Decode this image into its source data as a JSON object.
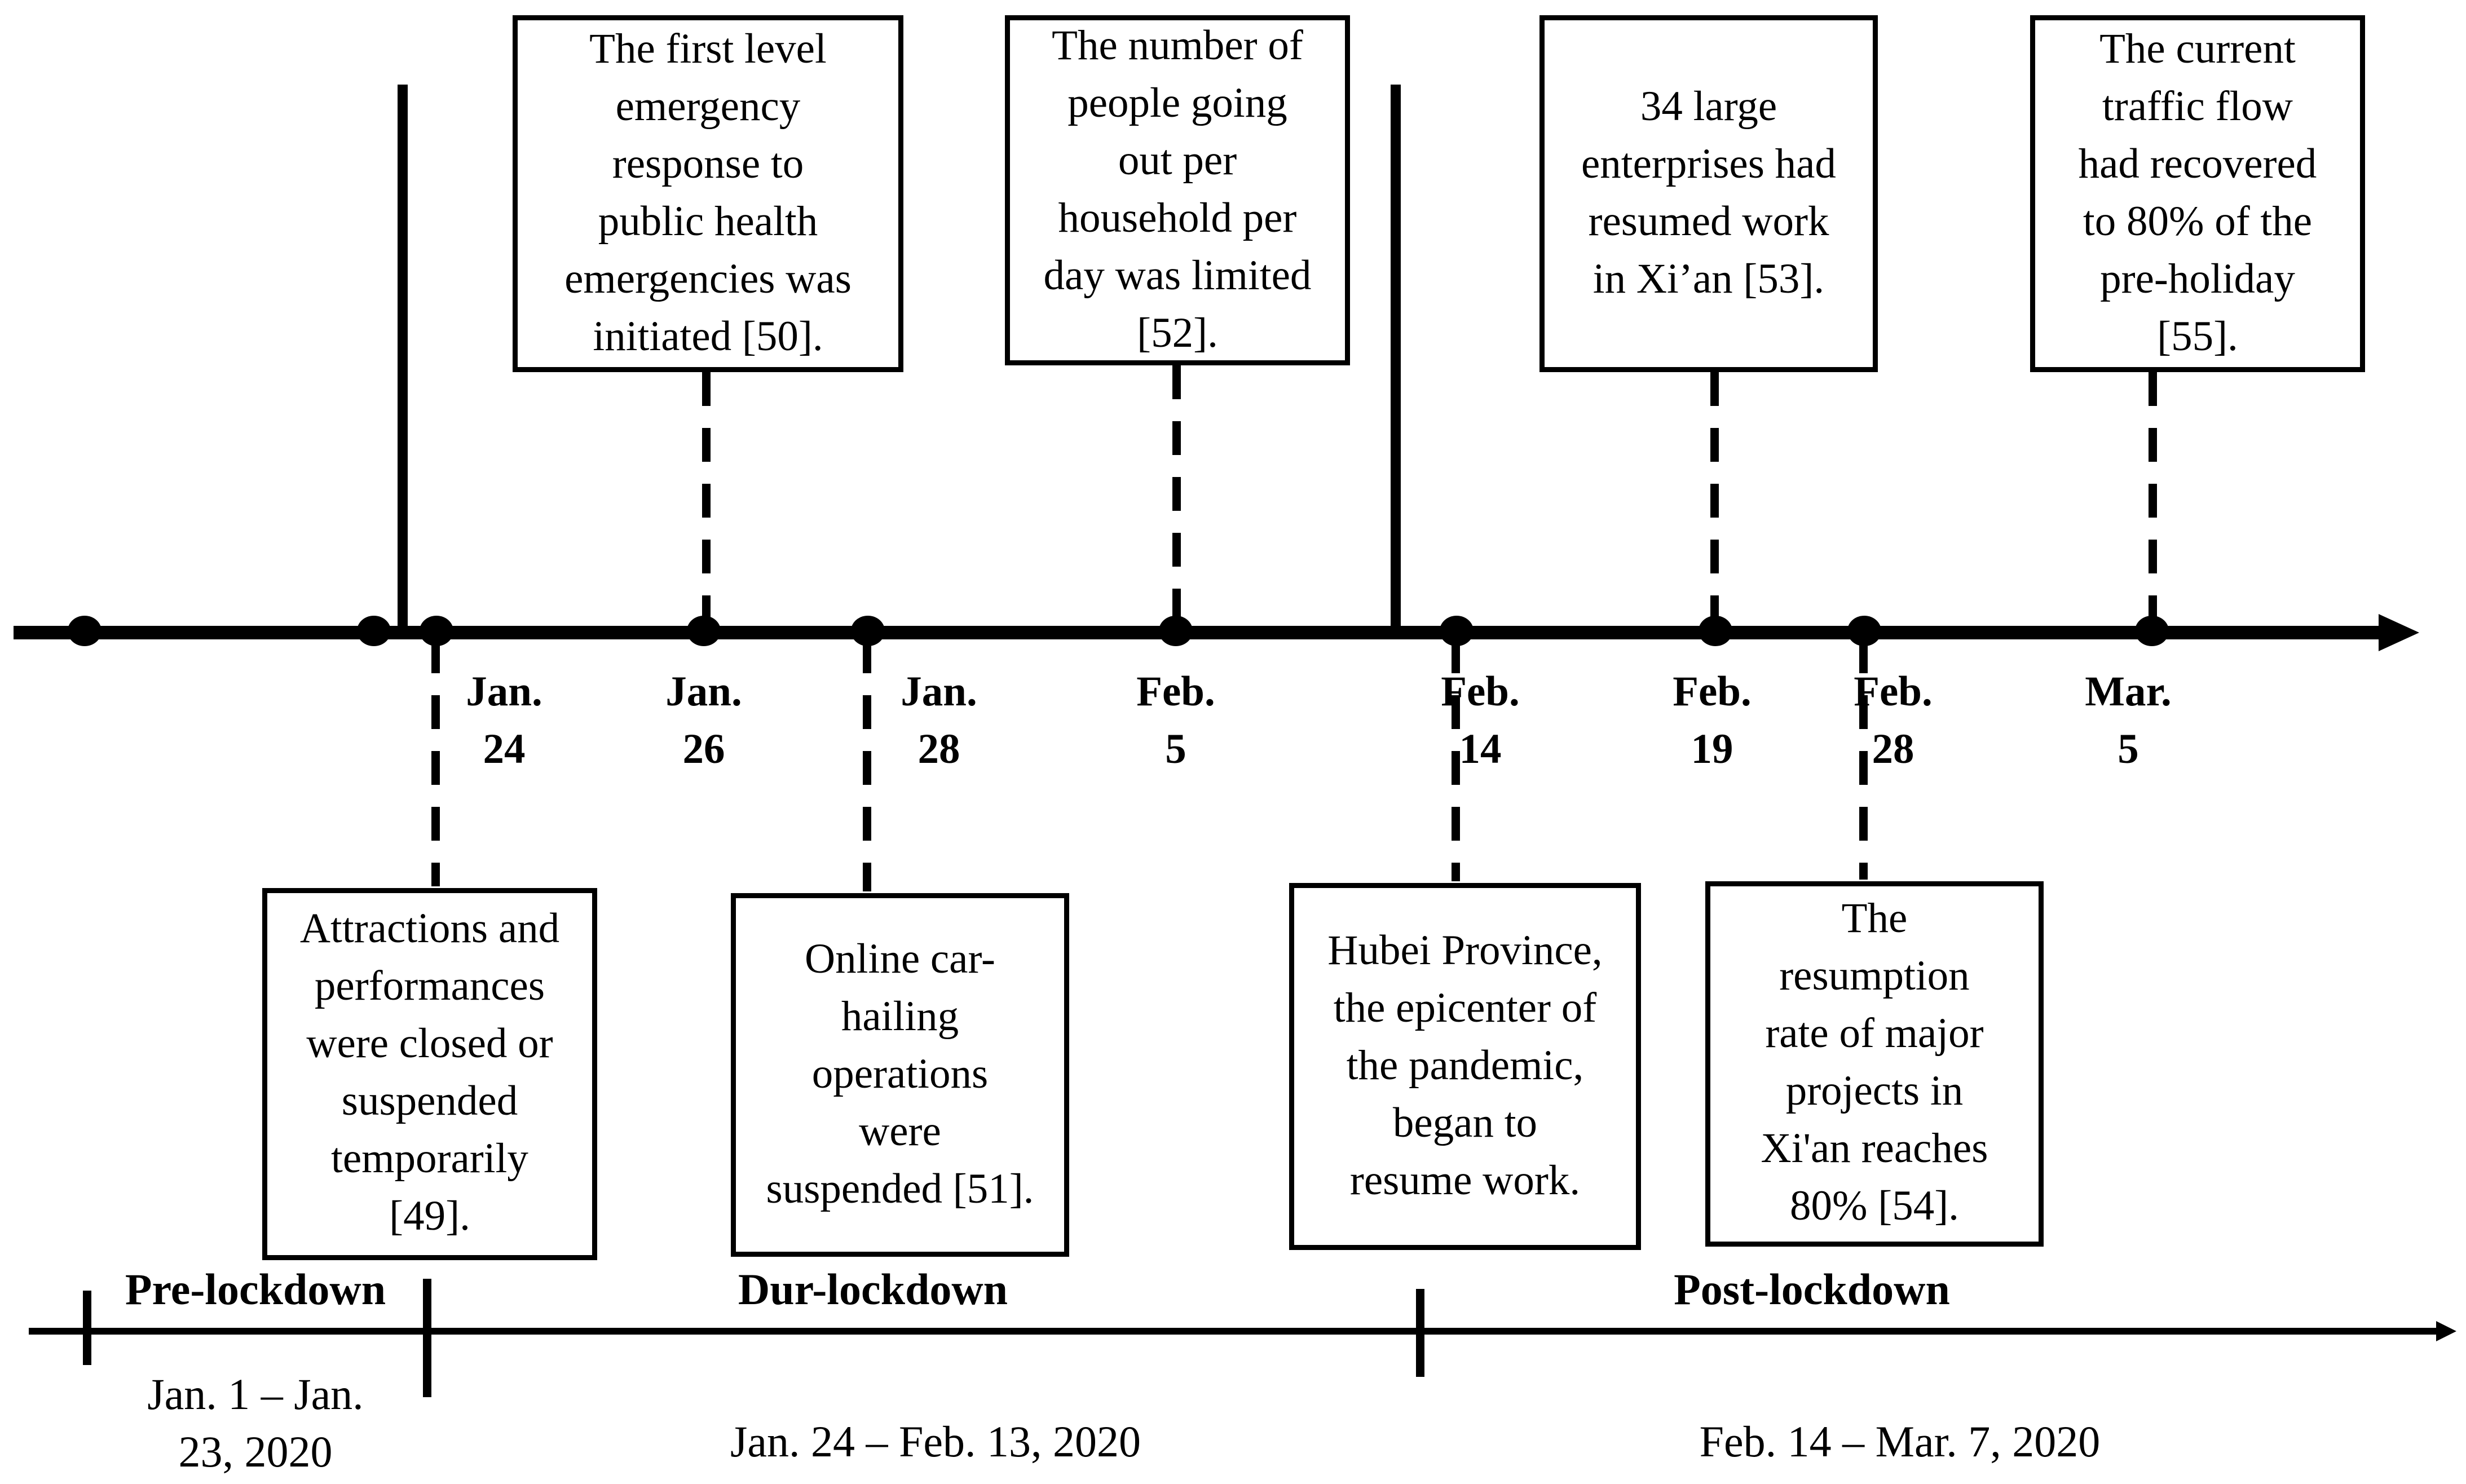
{
  "top_events": [
    {
      "text": "The first level\nemergency\nresponse to\npublic health\nemergencies was\ninitiated [50]."
    },
    {
      "text": "The number of\npeople going\nout per\nhousehold per\nday was limited\n[52]."
    },
    {
      "text": "34 large\nenterprises had\nresumed work\nin Xi’an [53]."
    },
    {
      "text": "The current\ntraffic flow\nhad recovered\nto 80% of the\npre-holiday\n[55]."
    }
  ],
  "bottom_events": [
    {
      "text": "Attractions and\nperformances\nwere closed or\nsuspended\ntemporarily\n[49]."
    },
    {
      "text": "Online car-\nhailing\noperations\nwere\nsuspended [51]."
    },
    {
      "text": "Hubei Province,\nthe epicenter of\nthe pandemic,\nbegan to\nresume work."
    },
    {
      "text": "The\nresumption\nrate of major\nprojects in\nXi'an reaches\n80% [54]."
    }
  ],
  "dates": [
    {
      "label": "Jan.\n24"
    },
    {
      "label": "Jan.\n26"
    },
    {
      "label": "Jan.\n28"
    },
    {
      "label": "Feb.\n5"
    },
    {
      "label": "Feb.\n14"
    },
    {
      "label": "Feb.\n19"
    },
    {
      "label": "Feb.\n28"
    },
    {
      "label": "Mar.\n5"
    }
  ],
  "phases": [
    {
      "name": "Pre-lockdown",
      "range": "Jan. 1 – Jan.\n23, 2020"
    },
    {
      "name": "Dur-lockdown",
      "range": "Jan. 24 – Feb. 13, 2020"
    },
    {
      "name": "Post-lockdown",
      "range": "Feb. 14 – Mar. 7, 2020"
    }
  ],
  "colors": {
    "line": "#000000",
    "background": "#ffffff"
  }
}
